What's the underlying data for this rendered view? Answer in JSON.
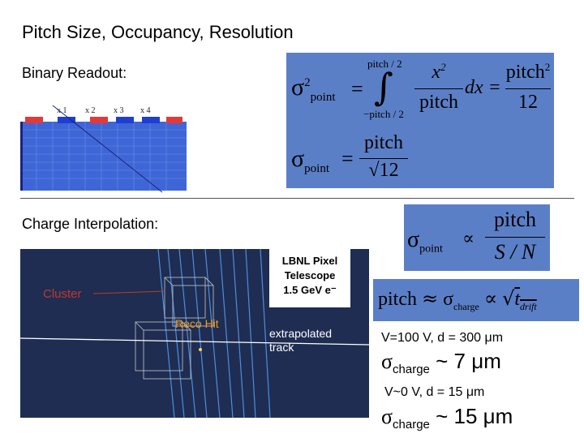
{
  "slide": {
    "title": "Pitch Size, Occupancy, Resolution",
    "binary_heading": "Binary Readout:",
    "charge_heading": "Charge Interpolation:"
  },
  "binary_diagram": {
    "labels": [
      "x 1",
      "x 2",
      "x 3",
      "x 4"
    ]
  },
  "formula_variance": {
    "sigma": "σ",
    "sup2": "2",
    "sub_point": "point",
    "eq": "=",
    "upper_limit": "pitch / 2",
    "lower_limit": "−pitch / 2",
    "integral": "∫",
    "num_x2": "x",
    "den_pitch": "pitch",
    "dx": "dx",
    "num_pitch": "pitch",
    "den_12": "12"
  },
  "formula_sigma": {
    "sigma": "σ",
    "sub_point": "point",
    "eq": "=",
    "num": "pitch",
    "den": "√12"
  },
  "formula_sn": {
    "sigma": "σ",
    "sub_point": "point",
    "prop": "∝",
    "num": "pitch",
    "den": "S / N"
  },
  "formula_drift": {
    "pitch": "pitch",
    "approx": "≈",
    "sigma": "σ",
    "sub_charge": "charge",
    "prop": "∝",
    "sqrt": "√",
    "t": "t",
    "sub_drift": "drift"
  },
  "telescope_panel": {
    "cluster_label": "Cluster",
    "reco_hit_label": "Reco Hit",
    "lbnl_line1": "LBNL Pixel",
    "lbnl_line2": "Telescope",
    "lbnl_line3": "1.5 GeV e⁻",
    "track_line1": "extrapolated",
    "track_line2": "track"
  },
  "results": {
    "cond1": "V=100 V, d = 300 μm",
    "sigma1": "σ",
    "sub1": "charge",
    "val1": "~ 7 μm",
    "cond2": "V~0 V, d = 15 μm",
    "sigma2": "σ",
    "sub2": "charge",
    "val2": "~ 15 μm"
  },
  "colors": {
    "formula_bg": "#5b7fc7",
    "panel_bg": "#1f2d52",
    "cluster_text": "#c0392b",
    "reco_text": "#f39c12",
    "strip_red": "#e53935",
    "strip_blue": "#1e3fd1"
  }
}
